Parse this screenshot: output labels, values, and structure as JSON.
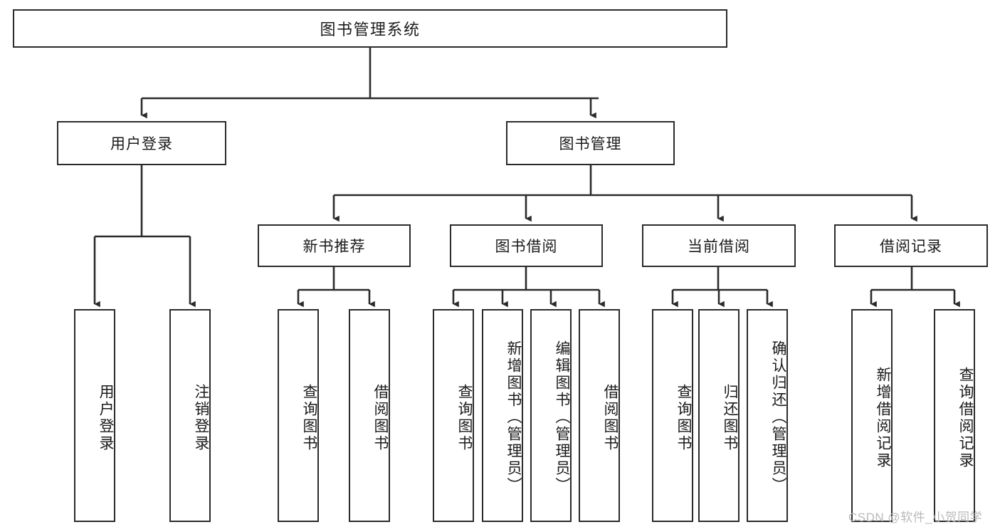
{
  "diagram": {
    "type": "tree-hierarchy-chart",
    "title": "图书管理系统",
    "orientation": "top-down",
    "colors": {
      "box_border": "#2b2b2b",
      "box_fill": "#ffffff",
      "connector": "#2b2b2b",
      "text": "#1b1b1b",
      "watermark": "#b9b9b9",
      "background": "#ffffff"
    },
    "root": {
      "label": "图书管理系统"
    },
    "level2": [
      {
        "label": "用户登录"
      },
      {
        "label": "图书管理"
      }
    ],
    "level3": [
      {
        "label": "新书推荐"
      },
      {
        "label": "图书借阅"
      },
      {
        "label": "当前借阅"
      },
      {
        "label": "借阅记录"
      }
    ],
    "leaves": {
      "user_login": [
        {
          "label": "用户登录"
        },
        {
          "label": "注销登录"
        }
      ],
      "new_book_recommend": [
        {
          "label": "查询图书"
        },
        {
          "label": "借阅图书"
        }
      ],
      "book_borrow": [
        {
          "label": "查询图书"
        },
        {
          "label": "新增图书（管理员）"
        },
        {
          "label": "编辑图书（管理员）"
        },
        {
          "label": "借阅图书"
        }
      ],
      "current_borrow": [
        {
          "label": "查询图书"
        },
        {
          "label": "归还图书"
        },
        {
          "label": "确认归还（管理员）"
        }
      ],
      "borrow_record": [
        {
          "label": "新增借阅记录"
        },
        {
          "label": "查询借阅记录"
        }
      ]
    }
  },
  "watermark": {
    "text": "CSDN @软件_小贺同学"
  }
}
